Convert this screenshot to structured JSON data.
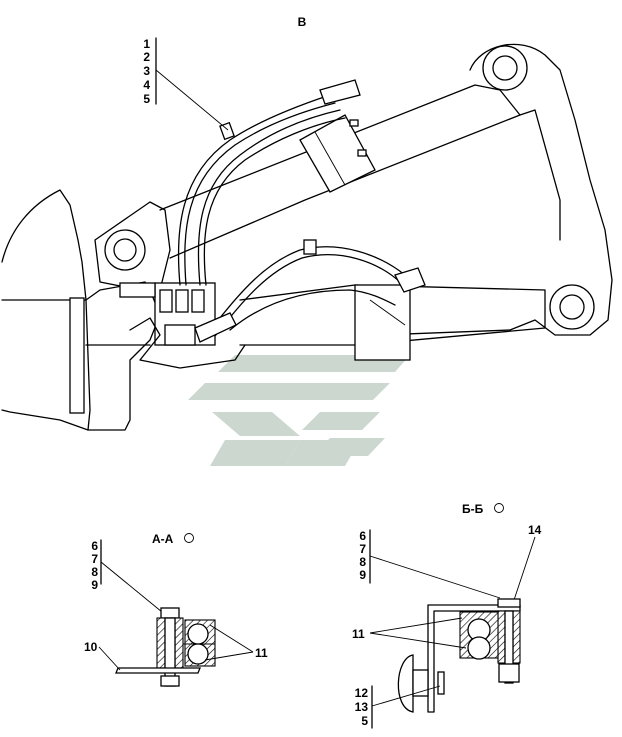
{
  "view_title": "В",
  "main_view": {
    "callout_numbers": [
      "1",
      "2",
      "3",
      "4",
      "5"
    ]
  },
  "section_aa": {
    "title": "А-А",
    "callout_group": [
      "6",
      "7",
      "8",
      "9"
    ],
    "label_10": "10",
    "label_11": "11"
  },
  "section_bb": {
    "title": "Б-Б",
    "callout_group": [
      "6",
      "7",
      "8",
      "9"
    ],
    "label_14": "14",
    "label_11": "11",
    "bottom_group": [
      "12",
      "13",
      "5"
    ]
  },
  "colors": {
    "line": "#000000",
    "watermark": "#c7d3cb",
    "background": "#ffffff"
  }
}
